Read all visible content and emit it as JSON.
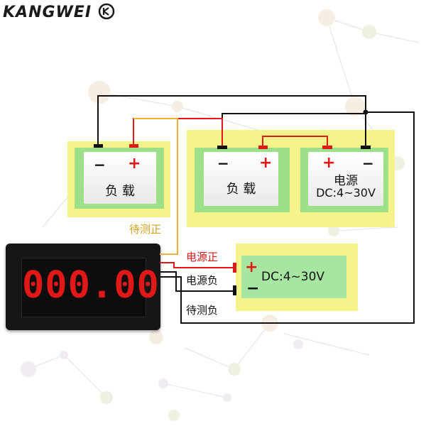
{
  "brand": {
    "logo_text": "KANGWEI"
  },
  "colors": {
    "positive_wire": "#e01818",
    "negative_wire": "#111111",
    "sense_wire": "#f2b22e"
  },
  "load_left": {
    "minus": "−",
    "plus": "+",
    "label": "负 载"
  },
  "load_right": {
    "minus": "−",
    "plus": "+",
    "label": "负 载"
  },
  "power_top": {
    "plus": "+",
    "minus": "−",
    "label_line1": "电源",
    "label_line2": "DC:4~30V"
  },
  "power_bottom": {
    "plus": "+",
    "minus": "−",
    "label": "DC:4~30V"
  },
  "wire_labels": {
    "sense_positive": "待测正",
    "power_positive": "电源正",
    "power_negative": "电源负",
    "sense_negative": "待测负"
  },
  "meter": {
    "reading": "000.00"
  }
}
